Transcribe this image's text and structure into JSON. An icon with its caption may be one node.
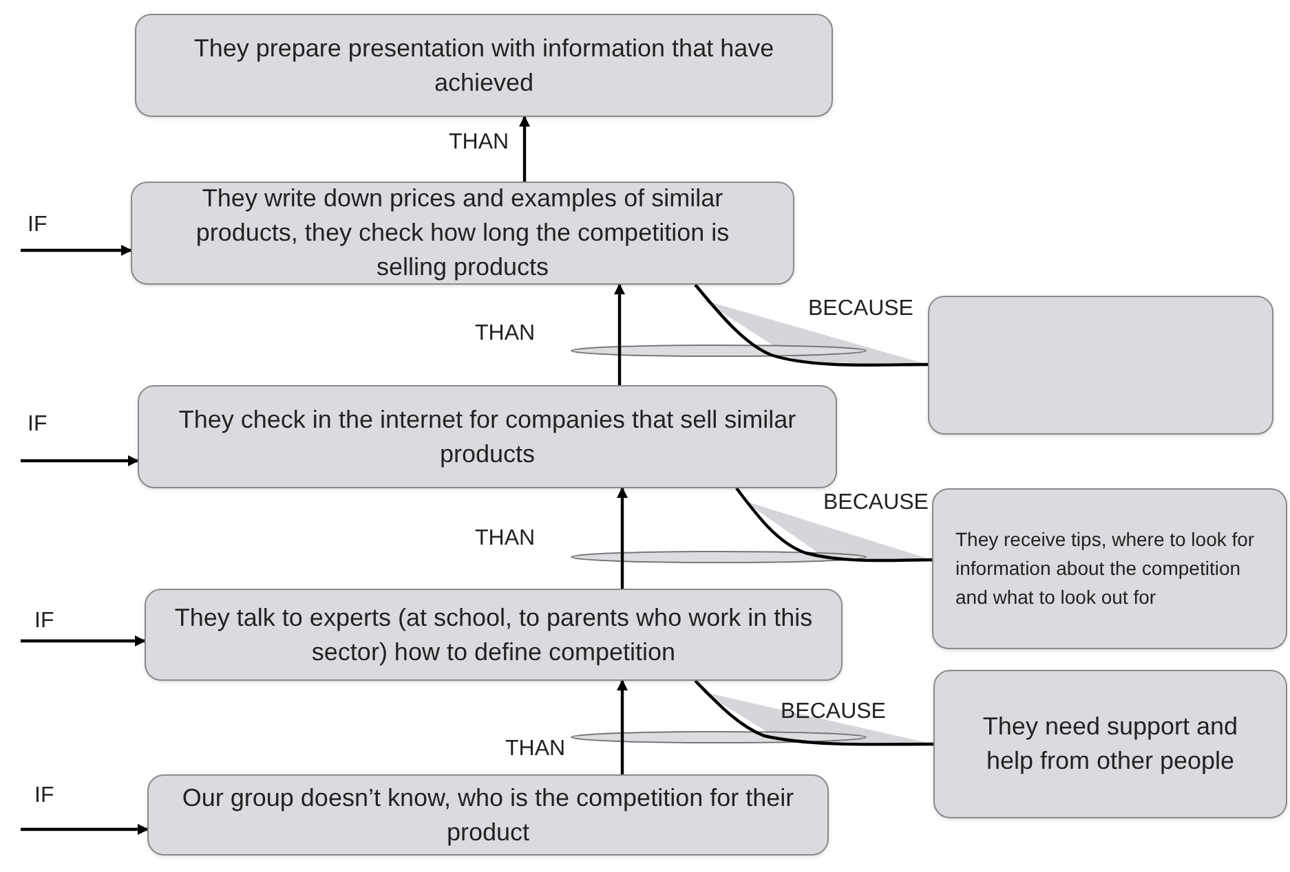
{
  "diagram": {
    "nodes": [
      {
        "text": [
          "They prepare presentation with information that have achieved"
        ]
      },
      {
        "text": [
          "They write down prices and examples of similar products, they check how long the competition is selling products"
        ]
      },
      {
        "text": [
          "They check in the internet for companies that sell similar products"
        ]
      },
      {
        "text": [
          "They talk to experts (at school, to parents who work in this sector) how to define competition"
        ]
      },
      {
        "text": [
          "Our group doesn’t know, who is the competition for their product"
        ]
      },
      {
        "text": [],
        "shape": "box"
      },
      {
        "text": [
          "They receive tips, where to look for information about the competition and what to look out for"
        ]
      },
      {
        "text": [
          "They need support and help from other people"
        ]
      }
    ],
    "edges": [
      {
        "from": null,
        "to": 1,
        "arrow": "to",
        "label": "IF"
      },
      {
        "from": null,
        "to": 2,
        "arrow": "to",
        "label": "IF"
      },
      {
        "from": null,
        "to": 3,
        "arrow": "to",
        "label": "IF"
      },
      {
        "from": null,
        "to": 4,
        "arrow": "to",
        "label": "IF"
      },
      {
        "from": 1,
        "to": 0,
        "arrow": "to",
        "label": "THAN"
      },
      {
        "from": 2,
        "to": 1,
        "arrow": "to",
        "label": "THAN"
      },
      {
        "from": 3,
        "to": 2,
        "arrow": "to",
        "label": "THAN"
      },
      {
        "from": 4,
        "to": 3,
        "arrow": "to",
        "label": "THAN"
      },
      {
        "from": 1,
        "to": 5,
        "arrow": "none",
        "label": "BECAUSE"
      },
      {
        "from": 2,
        "to": 6,
        "arrow": "none",
        "label": "BECAUSE"
      },
      {
        "from": 3,
        "to": 7,
        "arrow": "none",
        "label": "BECAUSE"
      }
    ]
  }
}
